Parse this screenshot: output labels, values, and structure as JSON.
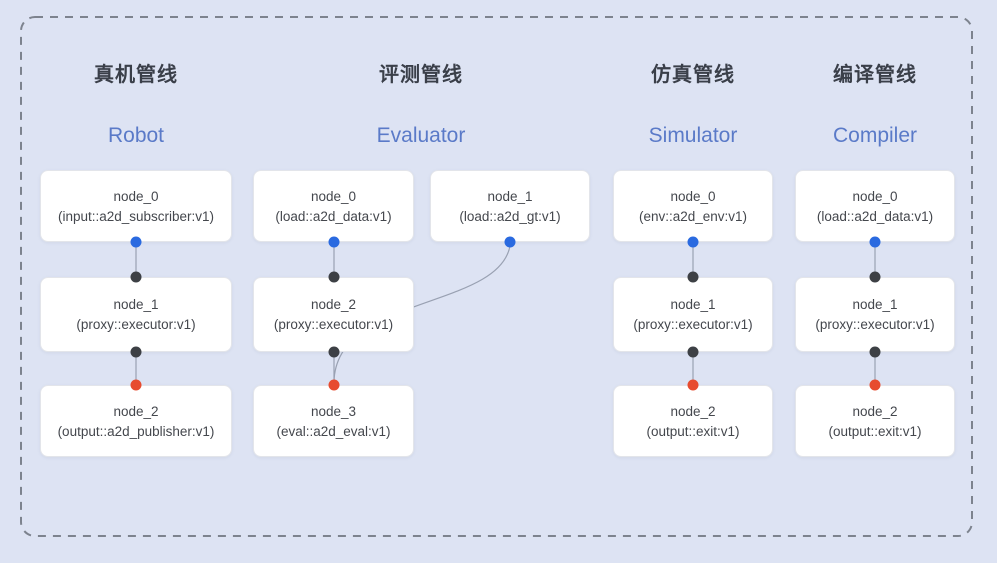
{
  "pipelines": [
    {
      "title_zh": "真机管线",
      "title_en": "Robot",
      "nodes": [
        {
          "title": "node_0",
          "subtitle": "(input::a2d_subscriber:v1)"
        },
        {
          "title": "node_1",
          "subtitle": "(proxy::executor:v1)"
        },
        {
          "title": "node_2",
          "subtitle": "(output::a2d_publisher:v1)"
        }
      ],
      "edges": [
        {
          "from": "node_0",
          "to": "node_1"
        },
        {
          "from": "node_1",
          "to": "node_2"
        }
      ]
    },
    {
      "title_zh": "评测管线",
      "title_en": "Evaluator",
      "nodes": [
        {
          "title": "node_0",
          "subtitle": "(load::a2d_data:v1)"
        },
        {
          "title": "node_1",
          "subtitle": "(load::a2d_gt:v1)"
        },
        {
          "title": "node_2",
          "subtitle": "(proxy::executor:v1)"
        },
        {
          "title": "node_3",
          "subtitle": "(eval::a2d_eval:v1)"
        }
      ],
      "edges": [
        {
          "from": "node_0",
          "to": "node_2"
        },
        {
          "from": "node_1",
          "to": "node_3"
        },
        {
          "from": "node_2",
          "to": "node_3"
        }
      ]
    },
    {
      "title_zh": "仿真管线",
      "title_en": "Simulator",
      "nodes": [
        {
          "title": "node_0",
          "subtitle": "(env::a2d_env:v1)"
        },
        {
          "title": "node_1",
          "subtitle": "(proxy::executor:v1)"
        },
        {
          "title": "node_2",
          "subtitle": "(output::exit:v1)"
        }
      ],
      "edges": [
        {
          "from": "node_0",
          "to": "node_1"
        },
        {
          "from": "node_1",
          "to": "node_2"
        }
      ]
    },
    {
      "title_zh": "编译管线",
      "title_en": "Compiler",
      "nodes": [
        {
          "title": "node_0",
          "subtitle": "(load::a2d_data:v1)"
        },
        {
          "title": "node_1",
          "subtitle": "(proxy::executor:v1)"
        },
        {
          "title": "node_2",
          "subtitle": "(output::exit:v1)"
        }
      ],
      "edges": [
        {
          "from": "node_0",
          "to": "node_1"
        },
        {
          "from": "node_1",
          "to": "node_2"
        }
      ]
    }
  ],
  "colors": {
    "background": "#dde3f3",
    "card_bg": "#ffffff",
    "card_border": "#e3e5ea",
    "dashed_border": "#7d838e",
    "title_zh": "#3a3f49",
    "title_en": "#5a7ac8",
    "node_text": "#44474d",
    "edge": "#99a1b2",
    "dot_blue": "#2a6ae0",
    "dot_dark": "#3d4045",
    "dot_red": "#e74b2f"
  }
}
